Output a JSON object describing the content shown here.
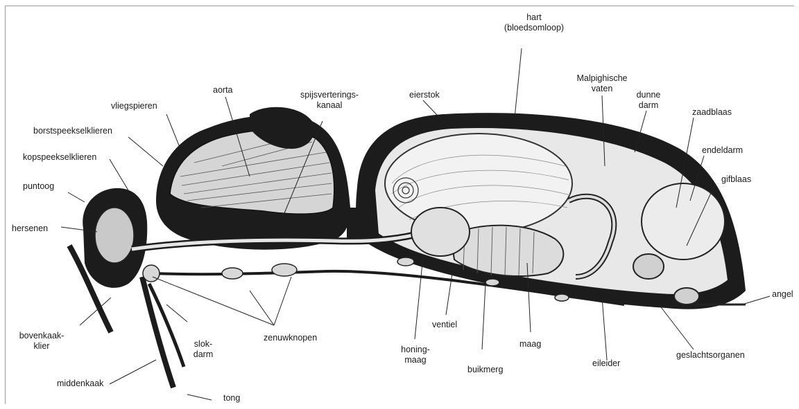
{
  "diagram": {
    "labels": {
      "hart": "hart\n(bloedsomloop)",
      "eierstok": "eierstok",
      "malpighische": "Malpighische\nvaten",
      "dunne_darm": "dunne\ndarm",
      "zaadblaas": "zaadblaas",
      "endeldarm": "endeldarm",
      "gifblaas": "gifblaas",
      "angel": "angel",
      "aorta": "aorta",
      "spijsverterings": "spijsverterings-\nkanaal",
      "vliegspieren": "vliegspieren",
      "borstspeeksel": "borstspeekselklieren",
      "kopspeeksel": "kopspeekselklieren",
      "puntoog": "puntoog",
      "hersenen": "hersenen",
      "bovenkaak": "bovenkaak-\nklier",
      "middenkaak": "middenkaak",
      "tong": "tong",
      "slokdarm": "slok-\ndarm",
      "zenuwknopen": "zenuwknopen",
      "honingmaag": "honing-\nmaag",
      "ventiel": "ventiel",
      "buikmerg": "buikmerg",
      "maag": "maag",
      "eileider": "eileider",
      "geslachtsorganen": "geslachtsorganen"
    }
  }
}
